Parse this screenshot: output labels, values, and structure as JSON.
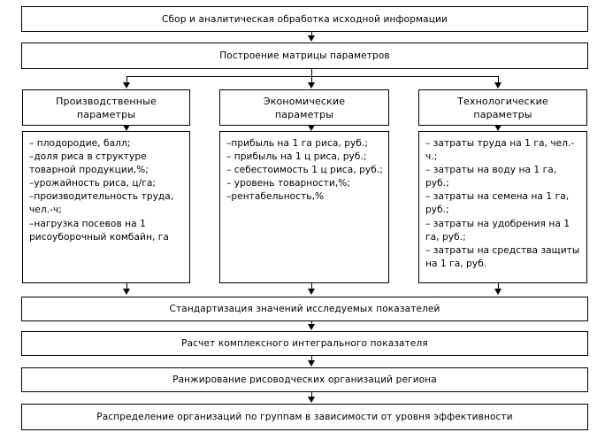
{
  "diagram": {
    "title_top": "Сбор и аналитическая обработка исходной информации",
    "step_matrix": "Построение матрицы параметров",
    "columns": [
      {
        "header": "Производственные\nпараметры",
        "items": [
          "– плодородие, балл;",
          "–доля риса в структуре товарной продукции,%;",
          "–урожайность риса,  ц/га;",
          "–производительность труда, чел.-ч;",
          "–нагрузка посевов на 1 рисоуборочный комбайн, га"
        ]
      },
      {
        "header": "Экономические\nпараметры",
        "items": [
          "–прибыль на 1 га риса, руб.;",
          "– прибыль на 1 ц риса, руб.;",
          "– себестоимость 1 ц риса, руб.;",
          "– уровень товарности,%;",
          "–рентабельность,%"
        ]
      },
      {
        "header": "Технологические\nпараметры",
        "items": [
          "– затраты труда на 1 га, чел.-ч.;",
          "– затраты на воду на 1 га, руб.;",
          "– затраты на семена на 1 га, руб.;",
          "– затраты на удобрения на 1 га, руб.;",
          "– затраты на средства защиты на 1 га, руб."
        ]
      }
    ],
    "step_standardize": "Стандартизация значений исследуемых показателей",
    "step_integral": "Расчет комплексного интегрального показателя",
    "step_ranking": "Ранжирование рисоводческих организаций региона",
    "step_distribution": "Распределение организаций по группам в зависимости от уровня эффективности",
    "colors": {
      "stroke": "#000000",
      "fill": "#ffffff",
      "text": "#000000"
    }
  }
}
